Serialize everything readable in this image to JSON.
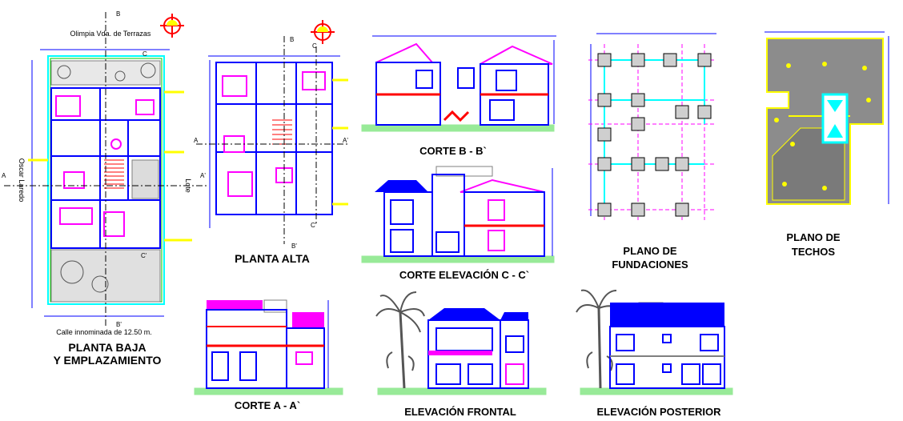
{
  "colors": {
    "wall": "#0000ff",
    "accent": "#ff00ff",
    "cyan": "#00ffff",
    "yellow": "#ffff00",
    "green": "#00cc00",
    "red": "#ff0000",
    "gray": "#7f7f7f"
  },
  "labels": {
    "planta_baja": "PLANTA BAJA",
    "emplazamiento": "Y EMPLAZAMIENTO",
    "planta_alta": "PLANTA ALTA",
    "corte_bb": "CORTE B - B`",
    "corte_elev": "CORTE ELEVACIÓN C - C`",
    "corte_aa": "CORTE A - A`",
    "elev_frontal": "ELEVACIÓN FRONTAL",
    "elev_posterior": "ELEVACIÓN POSTERIOR",
    "plano_fund_1": "PLANO DE",
    "plano_fund_2": "FUNDACIONES",
    "plano_techo_1": "PLANO DE",
    "plano_techo_2": "TECHOS"
  },
  "annotations": {
    "street_top": "Olimpia Vda. de Terrazas",
    "street_left": "Oscar Laredo",
    "street_bottom": "Calle innominada de 12.50 m.",
    "lote": "Lote"
  },
  "section_marks": {
    "a": "A",
    "a_prime": "A'",
    "b": "B",
    "b_prime": "B'",
    "c": "C",
    "c_prime": "C'"
  }
}
